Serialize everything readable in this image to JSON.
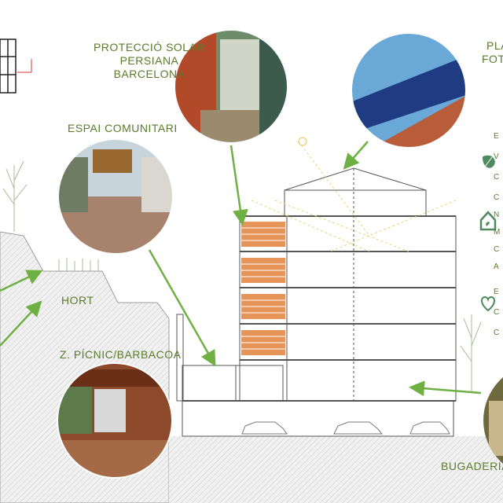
{
  "labels": {
    "proteccio": [
      "PROTECCIÓ SOLAR",
      "PERSIANA",
      "BARCELONA"
    ],
    "espai": "ESPAI COMUNITARI",
    "plaques": [
      "PLA",
      "FOTOVO"
    ],
    "hort": "HORT",
    "picnic": "Z. PÍCNIC/BARBACOA",
    "bugaderia": "BUGADERIA"
  },
  "side_letters": [
    "E",
    "V",
    "C",
    "C",
    "N",
    "M",
    "C",
    "A",
    "E",
    "C",
    "C"
  ],
  "icons": [
    "leaf-icon",
    "house-icon",
    "heart-icon"
  ],
  "colors": {
    "label_green": "#5b7a2c",
    "arrow_green": "#6fb043",
    "icon_green": "#4f8a5e",
    "timber_orange": "#e3823c",
    "hatch_gray": "#bdbdbd"
  }
}
